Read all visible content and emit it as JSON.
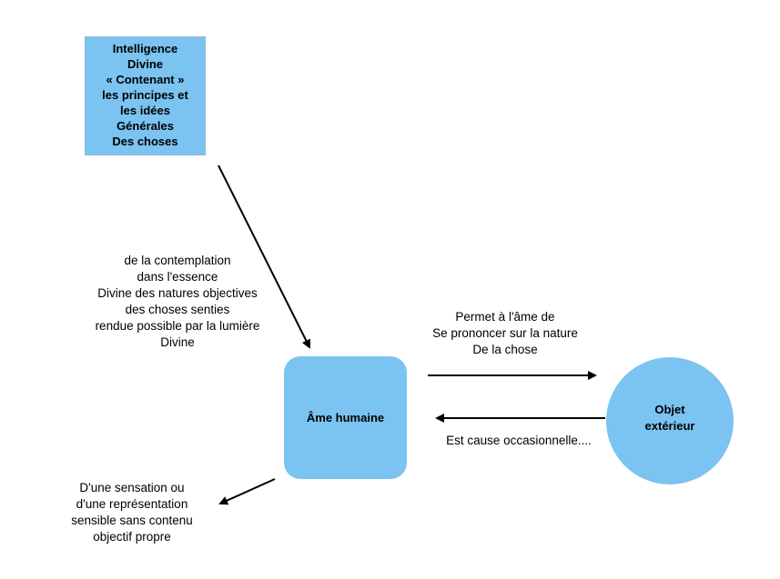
{
  "nodes": {
    "intelligence": {
      "lines": [
        "Intelligence",
        "Divine",
        "« Contenant »",
        "les principes et",
        "les idées",
        "Générales",
        "Des choses"
      ]
    },
    "ame": {
      "label": "Âme humaine"
    },
    "objet": {
      "lines": [
        "Objet",
        "extérieur"
      ]
    }
  },
  "labels": {
    "contemplation": {
      "lines": [
        "de la contemplation",
        "dans l'essence",
        "Divine des natures objectives",
        "des choses senties",
        "rendue possible par la lumière",
        "Divine"
      ]
    },
    "permet": {
      "lines": [
        "Permet à l'âme de",
        "Se prononcer sur la nature",
        "De la chose"
      ]
    },
    "cause": {
      "lines": [
        "Est cause occasionnelle...."
      ]
    },
    "sensation": {
      "lines": [
        "D'une sensation ou",
        "d'une représentation",
        "sensible sans contenu",
        "objectif propre"
      ]
    }
  },
  "colors": {
    "node_fill": "#7bc3f0",
    "arrow": "#000000"
  }
}
